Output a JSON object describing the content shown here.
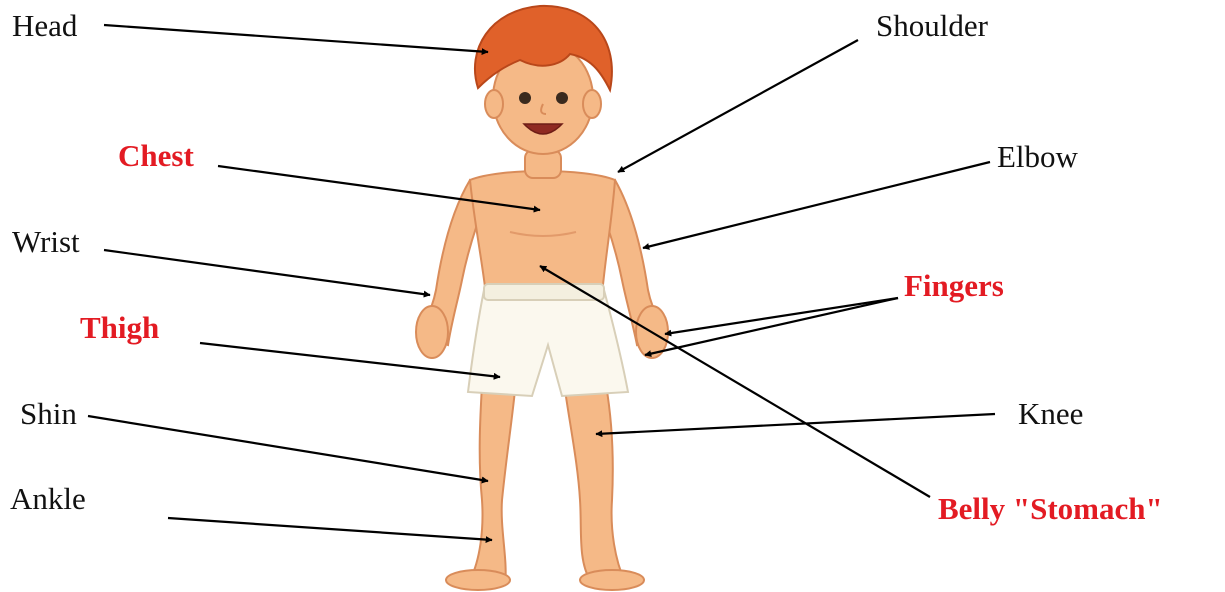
{
  "diagram": {
    "emphasis_color": "#e31b23",
    "plain_color": "#111111",
    "line_color": "#000000",
    "skin_color": "#f5b987",
    "hair_color": "#e0612a",
    "shorts_color": "#fbf8ee",
    "labels": {
      "head": "Head",
      "shoulder": "Shoulder",
      "chest": "Chest",
      "elbow": "Elbow",
      "wrist": "Wrist",
      "fingers": "Fingers",
      "thigh": "Thigh",
      "shin": "Shin",
      "knee": "Knee",
      "ankle": "Ankle",
      "belly": "Belly \"Stomach\""
    }
  }
}
